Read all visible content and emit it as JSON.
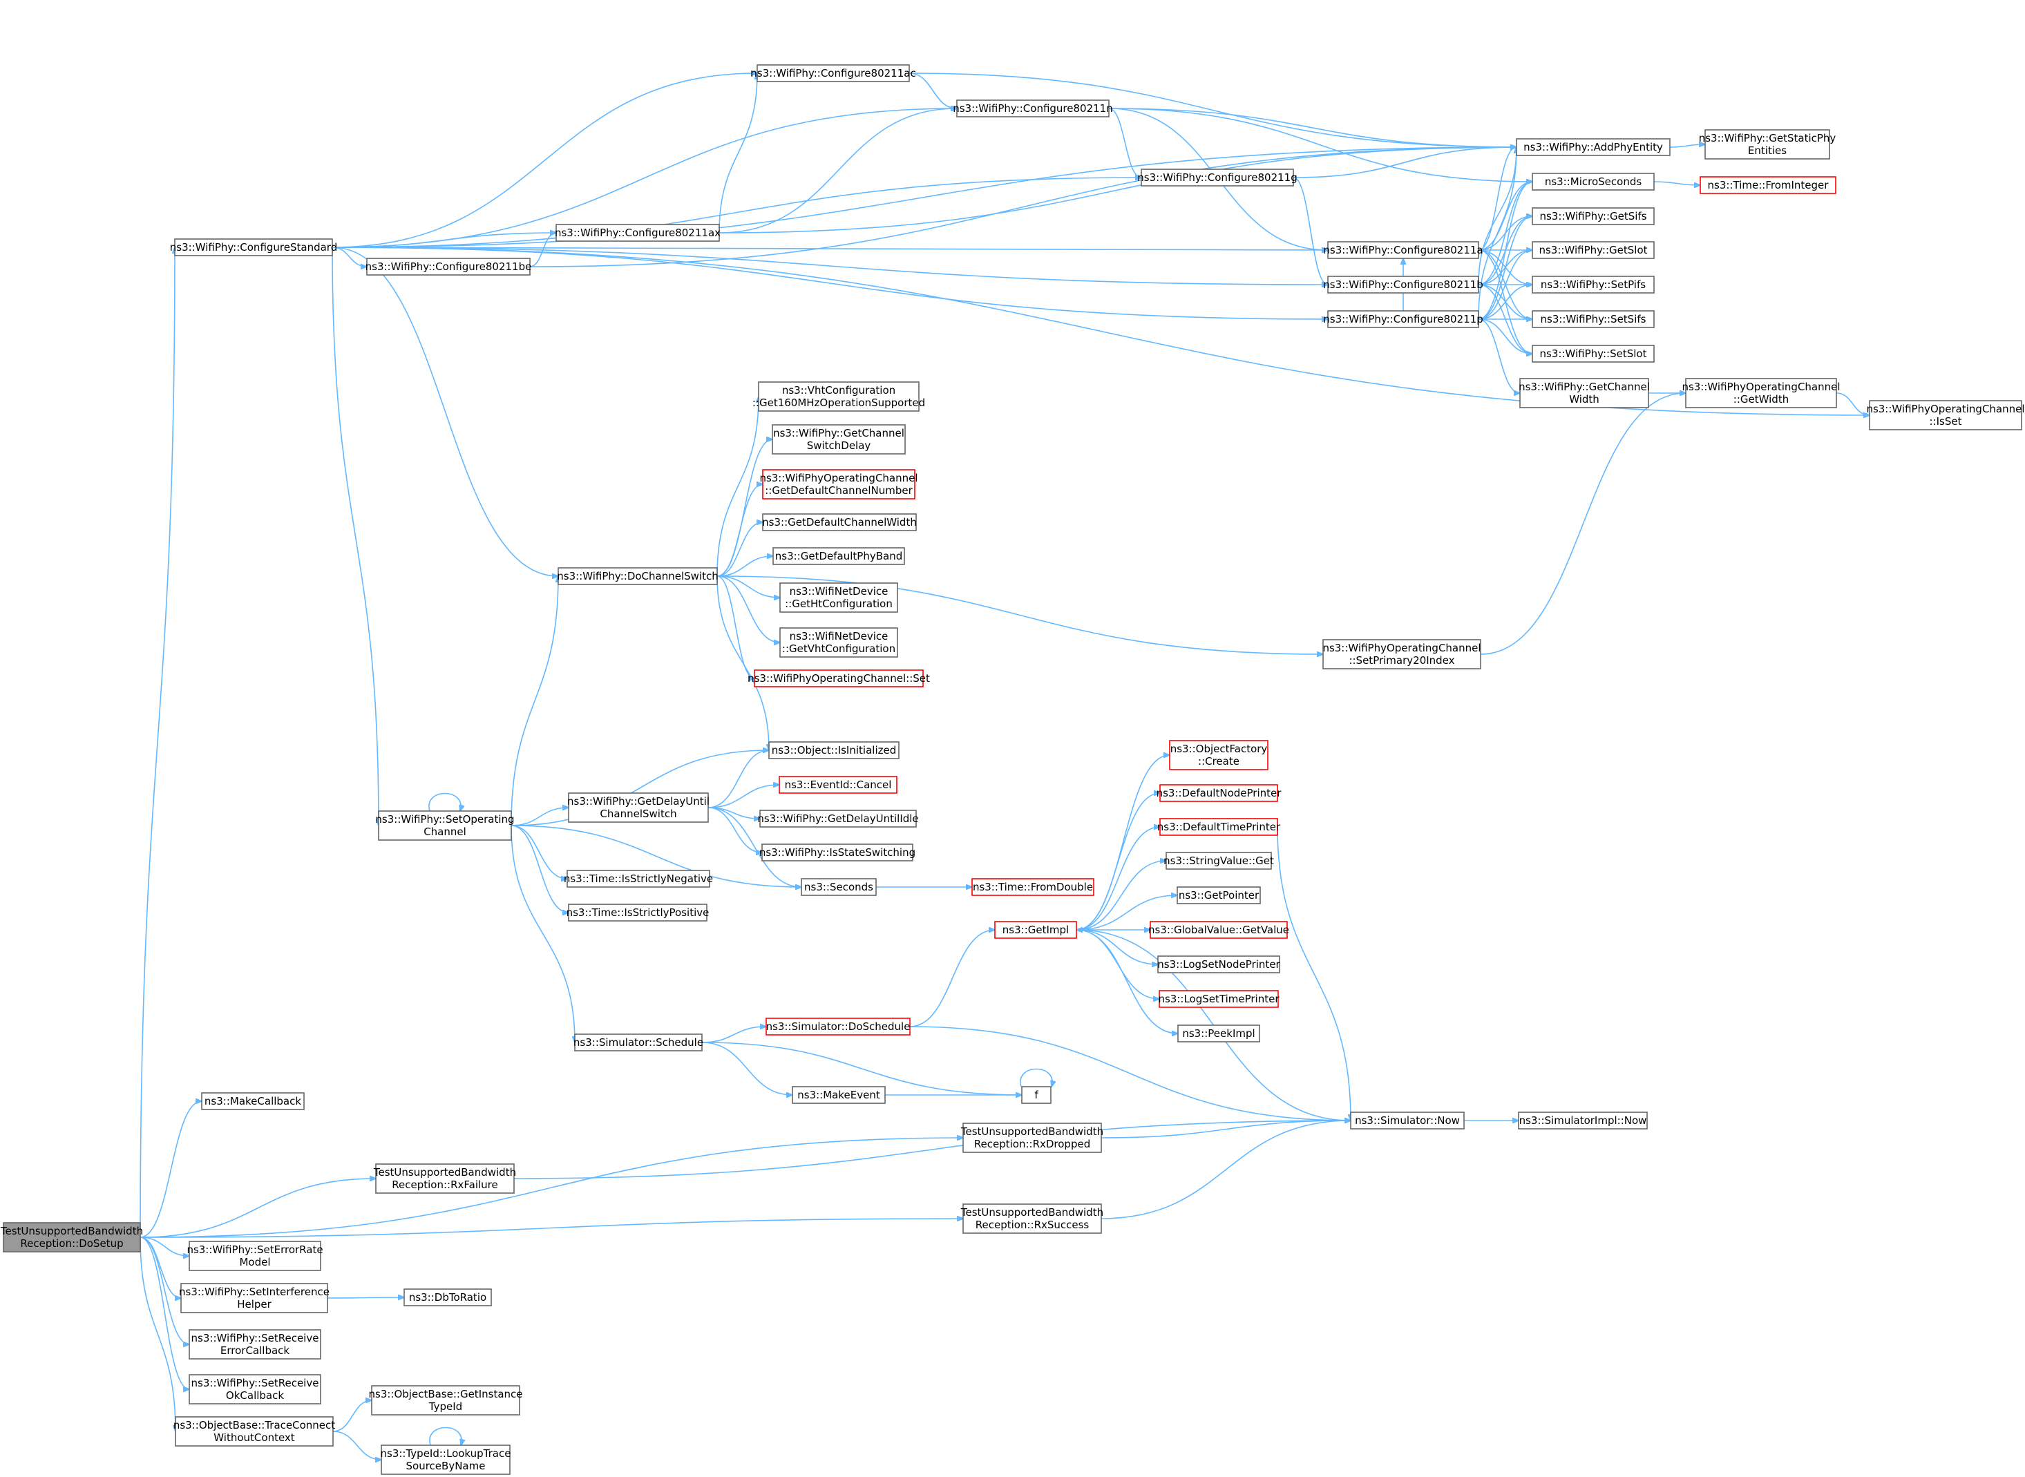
{
  "graph": {
    "colors": {
      "edge": "#63b8ff",
      "border": "#666666",
      "warn_border": "#ff0000",
      "root_fill": "#999999",
      "fill": "#ffffff"
    },
    "nodes": [
      {
        "id": "root",
        "lines": [
          "TestUnsupportedBandwidth",
          "Reception::DoSetup"
        ],
        "style": "root"
      },
      {
        "id": "cfgstd",
        "lines": [
          "ns3::WifiPhy::ConfigureStandard"
        ]
      },
      {
        "id": "ac",
        "lines": [
          "ns3::WifiPhy::Configure80211ac"
        ]
      },
      {
        "id": "n",
        "lines": [
          "ns3::WifiPhy::Configure80211n"
        ]
      },
      {
        "id": "g",
        "lines": [
          "ns3::WifiPhy::Configure80211g"
        ]
      },
      {
        "id": "ax",
        "lines": [
          "ns3::WifiPhy::Configure80211ax"
        ]
      },
      {
        "id": "be",
        "lines": [
          "ns3::WifiPhy::Configure80211be"
        ]
      },
      {
        "id": "a",
        "lines": [
          "ns3::WifiPhy::Configure80211a"
        ]
      },
      {
        "id": "b",
        "lines": [
          "ns3::WifiPhy::Configure80211b"
        ]
      },
      {
        "id": "p",
        "lines": [
          "ns3::WifiPhy::Configure80211p"
        ]
      },
      {
        "id": "addphy",
        "lines": [
          "ns3::WifiPhy::AddPhyEntity"
        ]
      },
      {
        "id": "getstatic",
        "lines": [
          "ns3::WifiPhy::GetStaticPhy",
          "Entities"
        ]
      },
      {
        "id": "micro",
        "lines": [
          "ns3::MicroSeconds"
        ]
      },
      {
        "id": "fromint",
        "lines": [
          "ns3::Time::FromInteger"
        ],
        "style": "red"
      },
      {
        "id": "getsifs",
        "lines": [
          "ns3::WifiPhy::GetSifs"
        ]
      },
      {
        "id": "getslot",
        "lines": [
          "ns3::WifiPhy::GetSlot"
        ]
      },
      {
        "id": "setpifs",
        "lines": [
          "ns3::WifiPhy::SetPifs"
        ]
      },
      {
        "id": "setsifs",
        "lines": [
          "ns3::WifiPhy::SetSifs"
        ]
      },
      {
        "id": "setslot",
        "lines": [
          "ns3::WifiPhy::SetSlot"
        ]
      },
      {
        "id": "getchw",
        "lines": [
          "ns3::WifiPhy::GetChannel",
          "Width"
        ]
      },
      {
        "id": "getwidth",
        "lines": [
          "ns3::WifiPhyOperatingChannel",
          "::GetWidth"
        ]
      },
      {
        "id": "isset",
        "lines": [
          "ns3::WifiPhyOperatingChannel",
          "::IsSet"
        ]
      },
      {
        "id": "vht160",
        "lines": [
          "ns3::VhtConfiguration",
          "::Get160MHzOperationSupported"
        ]
      },
      {
        "id": "chsw",
        "lines": [
          "ns3::WifiPhy::GetChannel",
          "SwitchDelay"
        ]
      },
      {
        "id": "defchn",
        "lines": [
          "ns3::WifiPhyOperatingChannel",
          "::GetDefaultChannelNumber"
        ],
        "style": "red"
      },
      {
        "id": "defchw",
        "lines": [
          "ns3::GetDefaultChannelWidth"
        ]
      },
      {
        "id": "defband",
        "lines": [
          "ns3::GetDefaultPhyBand"
        ]
      },
      {
        "id": "docs",
        "lines": [
          "ns3::WifiPhy::DoChannelSwitch"
        ]
      },
      {
        "id": "htcfg",
        "lines": [
          "ns3::WifiNetDevice",
          "::GetHtConfiguration"
        ]
      },
      {
        "id": "vhtcfg",
        "lines": [
          "ns3::WifiNetDevice",
          "::GetVhtConfiguration"
        ]
      },
      {
        "id": "ocset",
        "lines": [
          "ns3::WifiPhyOperatingChannel::Set"
        ],
        "style": "red"
      },
      {
        "id": "prim20",
        "lines": [
          "ns3::WifiPhyOperatingChannel",
          "::SetPrimary20Index"
        ]
      },
      {
        "id": "isinit",
        "lines": [
          "ns3::Object::IsInitialized"
        ]
      },
      {
        "id": "setop",
        "lines": [
          "ns3::WifiPhy::SetOperating",
          "Channel"
        ]
      },
      {
        "id": "delay",
        "lines": [
          "ns3::WifiPhy::GetDelayUntil",
          "ChannelSwitch"
        ]
      },
      {
        "id": "cancel",
        "lines": [
          "ns3::EventId::Cancel"
        ],
        "style": "red"
      },
      {
        "id": "idle",
        "lines": [
          "ns3::WifiPhy::GetDelayUntilIdle"
        ]
      },
      {
        "id": "isstate",
        "lines": [
          "ns3::WifiPhy::IsStateSwitching"
        ]
      },
      {
        "id": "seconds",
        "lines": [
          "ns3::Seconds"
        ]
      },
      {
        "id": "fromdbl",
        "lines": [
          "ns3::Time::FromDouble"
        ],
        "style": "red"
      },
      {
        "id": "neg",
        "lines": [
          "ns3::Time::IsStrictlyNegative"
        ]
      },
      {
        "id": "pos",
        "lines": [
          "ns3::Time::IsStrictlyPositive"
        ]
      },
      {
        "id": "objf",
        "lines": [
          "ns3::ObjectFactory",
          "::Create"
        ],
        "style": "red"
      },
      {
        "id": "dnp",
        "lines": [
          "ns3::DefaultNodePrinter"
        ],
        "style": "red"
      },
      {
        "id": "dtp",
        "lines": [
          "ns3::DefaultTimePrinter"
        ],
        "style": "red"
      },
      {
        "id": "svget",
        "lines": [
          "ns3::StringValue::Get"
        ]
      },
      {
        "id": "getptr",
        "lines": [
          "ns3::GetPointer"
        ]
      },
      {
        "id": "getimpl",
        "lines": [
          "ns3::GetImpl"
        ],
        "style": "red"
      },
      {
        "id": "gvget",
        "lines": [
          "ns3::GlobalValue::GetValue"
        ],
        "style": "red"
      },
      {
        "id": "lsnp",
        "lines": [
          "ns3::LogSetNodePrinter"
        ]
      },
      {
        "id": "lstp",
        "lines": [
          "ns3::LogSetTimePrinter"
        ],
        "style": "red"
      },
      {
        "id": "peek",
        "lines": [
          "ns3::PeekImpl"
        ]
      },
      {
        "id": "sched",
        "lines": [
          "ns3::Simulator::Schedule"
        ]
      },
      {
        "id": "dosched",
        "lines": [
          "ns3::Simulator::DoSchedule"
        ],
        "style": "red"
      },
      {
        "id": "mkevent",
        "lines": [
          "ns3::MakeEvent"
        ]
      },
      {
        "id": "f",
        "lines": [
          "f"
        ]
      },
      {
        "id": "mkcb",
        "lines": [
          "ns3::MakeCallback"
        ]
      },
      {
        "id": "rxdrop",
        "lines": [
          "TestUnsupportedBandwidth",
          "Reception::RxDropped"
        ]
      },
      {
        "id": "simnow",
        "lines": [
          "ns3::Simulator::Now"
        ]
      },
      {
        "id": "implnow",
        "lines": [
          "ns3::SimulatorImpl::Now"
        ]
      },
      {
        "id": "rxfail",
        "lines": [
          "TestUnsupportedBandwidth",
          "Reception::RxFailure"
        ]
      },
      {
        "id": "rxsucc",
        "lines": [
          "TestUnsupportedBandwidth",
          "Reception::RxSuccess"
        ]
      },
      {
        "id": "errmodel",
        "lines": [
          "ns3::WifiPhy::SetErrorRate",
          "Model"
        ]
      },
      {
        "id": "interf",
        "lines": [
          "ns3::WifiPhy::SetInterference",
          "Helper"
        ]
      },
      {
        "id": "dbtoratio",
        "lines": [
          "ns3::DbToRatio"
        ]
      },
      {
        "id": "recverr",
        "lines": [
          "ns3::WifiPhy::SetReceive",
          "ErrorCallback"
        ]
      },
      {
        "id": "recvok",
        "lines": [
          "ns3::WifiPhy::SetReceive",
          "OkCallback"
        ]
      },
      {
        "id": "trace",
        "lines": [
          "ns3::ObjectBase::TraceConnect",
          "WithoutContext"
        ]
      },
      {
        "id": "getinst",
        "lines": [
          "ns3::ObjectBase::GetInstance",
          "TypeId"
        ]
      },
      {
        "id": "lookup",
        "lines": [
          "ns3::TypeId::LookupTrace",
          "SourceByName"
        ]
      }
    ],
    "edges": [
      [
        "root",
        "cfgstd"
      ],
      [
        "root",
        "mkcb"
      ],
      [
        "root",
        "rxdrop"
      ],
      [
        "root",
        "rxfail"
      ],
      [
        "root",
        "rxsucc"
      ],
      [
        "root",
        "errmodel"
      ],
      [
        "root",
        "interf"
      ],
      [
        "root",
        "recverr"
      ],
      [
        "root",
        "recvok"
      ],
      [
        "root",
        "trace"
      ],
      [
        "cfgstd",
        "ac"
      ],
      [
        "cfgstd",
        "n"
      ],
      [
        "cfgstd",
        "g"
      ],
      [
        "cfgstd",
        "ax"
      ],
      [
        "cfgstd",
        "be"
      ],
      [
        "cfgstd",
        "a"
      ],
      [
        "cfgstd",
        "b"
      ],
      [
        "cfgstd",
        "p"
      ],
      [
        "cfgstd",
        "addphy"
      ],
      [
        "cfgstd",
        "isset"
      ],
      [
        "cfgstd",
        "setop"
      ],
      [
        "cfgstd",
        "docs"
      ],
      [
        "ac",
        "n"
      ],
      [
        "ac",
        "addphy"
      ],
      [
        "n",
        "g"
      ],
      [
        "n",
        "addphy"
      ],
      [
        "n",
        "a"
      ],
      [
        "n",
        "micro"
      ],
      [
        "g",
        "addphy"
      ],
      [
        "g",
        "b"
      ],
      [
        "ax",
        "ac"
      ],
      [
        "ax",
        "n"
      ],
      [
        "ax",
        "addphy"
      ],
      [
        "be",
        "ax"
      ],
      [
        "be",
        "addphy"
      ],
      [
        "a",
        "addphy"
      ],
      [
        "a",
        "micro"
      ],
      [
        "a",
        "getsifs"
      ],
      [
        "a",
        "getslot"
      ],
      [
        "a",
        "setpifs"
      ],
      [
        "a",
        "setsifs"
      ],
      [
        "a",
        "setslot"
      ],
      [
        "b",
        "addphy"
      ],
      [
        "b",
        "micro"
      ],
      [
        "b",
        "getsifs"
      ],
      [
        "b",
        "getslot"
      ],
      [
        "b",
        "setpifs"
      ],
      [
        "b",
        "setsifs"
      ],
      [
        "b",
        "setslot"
      ],
      [
        "p",
        "a"
      ],
      [
        "p",
        "addphy"
      ],
      [
        "p",
        "micro"
      ],
      [
        "p",
        "getsifs"
      ],
      [
        "p",
        "getslot"
      ],
      [
        "p",
        "setpifs"
      ],
      [
        "p",
        "setsifs"
      ],
      [
        "p",
        "setslot"
      ],
      [
        "p",
        "getchw"
      ],
      [
        "addphy",
        "getstatic"
      ],
      [
        "micro",
        "fromint"
      ],
      [
        "getchw",
        "getwidth"
      ],
      [
        "getwidth",
        "isset"
      ],
      [
        "prim20",
        "getwidth"
      ],
      [
        "docs",
        "vht160"
      ],
      [
        "docs",
        "chsw"
      ],
      [
        "docs",
        "defchn"
      ],
      [
        "docs",
        "defchw"
      ],
      [
        "docs",
        "defband"
      ],
      [
        "docs",
        "htcfg"
      ],
      [
        "docs",
        "vhtcfg"
      ],
      [
        "docs",
        "ocset"
      ],
      [
        "docs",
        "prim20"
      ],
      [
        "docs",
        "isinit"
      ],
      [
        "setop",
        "setop"
      ],
      [
        "setop",
        "docs"
      ],
      [
        "setop",
        "isinit"
      ],
      [
        "setop",
        "delay"
      ],
      [
        "setop",
        "seconds"
      ],
      [
        "setop",
        "neg"
      ],
      [
        "setop",
        "pos"
      ],
      [
        "setop",
        "sched"
      ],
      [
        "delay",
        "isinit"
      ],
      [
        "delay",
        "cancel"
      ],
      [
        "delay",
        "idle"
      ],
      [
        "delay",
        "isstate"
      ],
      [
        "delay",
        "seconds"
      ],
      [
        "seconds",
        "fromdbl"
      ],
      [
        "getimpl",
        "objf"
      ],
      [
        "getimpl",
        "dnp"
      ],
      [
        "getimpl",
        "dtp"
      ],
      [
        "getimpl",
        "svget"
      ],
      [
        "getimpl",
        "getptr"
      ],
      [
        "getimpl",
        "gvget"
      ],
      [
        "getimpl",
        "lsnp"
      ],
      [
        "getimpl",
        "lstp"
      ],
      [
        "getimpl",
        "peek"
      ],
      [
        "dtp",
        "simnow"
      ],
      [
        "sched",
        "dosched"
      ],
      [
        "sched",
        "mkevent"
      ],
      [
        "sched",
        "f"
      ],
      [
        "dosched",
        "getimpl"
      ],
      [
        "dosched",
        "simnow"
      ],
      [
        "mkevent",
        "f"
      ],
      [
        "f",
        "f"
      ],
      [
        "simnow",
        "implnow"
      ],
      [
        "simnow",
        "getimpl"
      ],
      [
        "rxdrop",
        "simnow"
      ],
      [
        "rxfail",
        "simnow"
      ],
      [
        "rxsucc",
        "simnow"
      ],
      [
        "interf",
        "dbtoratio"
      ],
      [
        "trace",
        "getinst"
      ],
      [
        "trace",
        "lookup"
      ],
      [
        "lookup",
        "lookup"
      ]
    ]
  }
}
